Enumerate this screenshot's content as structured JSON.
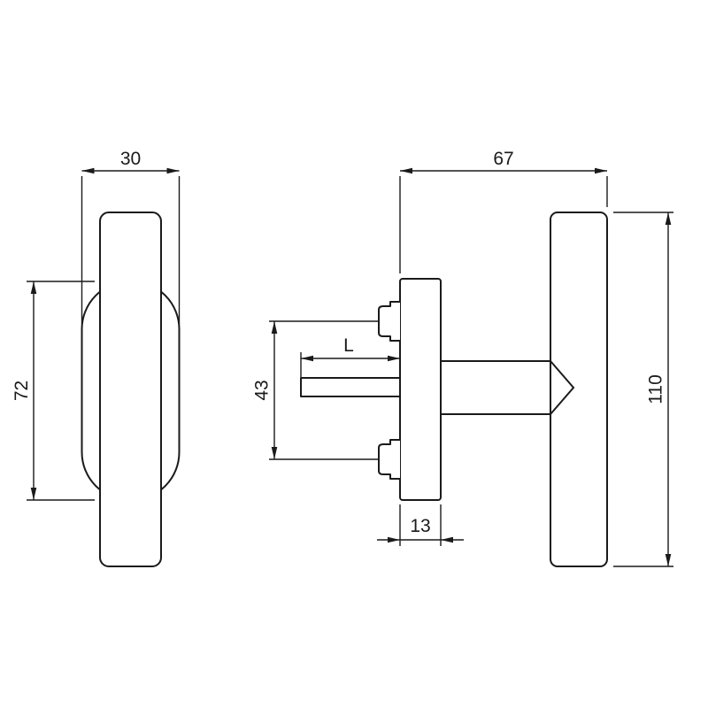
{
  "drawing": {
    "colors": {
      "line": "#1a1a1a",
      "background": "#ffffff"
    },
    "front_view": {
      "rosette_width": "30",
      "rosette_height": "72"
    },
    "side_view": {
      "overall_depth": "67",
      "handle_length": "110",
      "screw_spacing": "43",
      "spindle_length": "L",
      "plate_width": "13"
    }
  }
}
